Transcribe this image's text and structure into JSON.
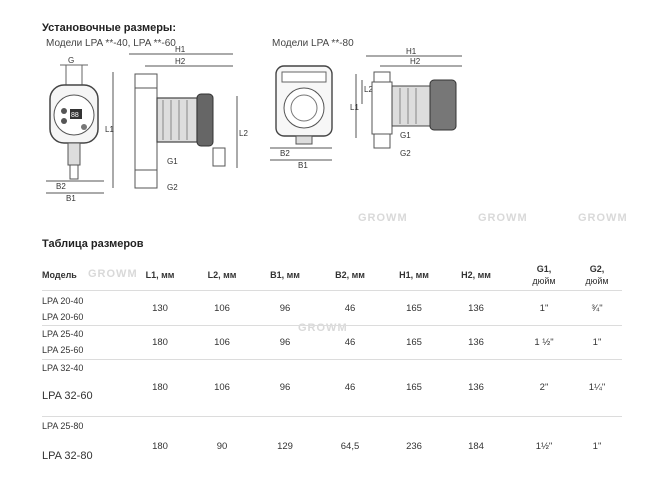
{
  "section_title": "Установочные размеры:",
  "subtitle_left": "Модели LPA **-40, LPA **-60",
  "subtitle_right": "Модели LPA **-80",
  "watermark": "GROWM",
  "diagram_labels": {
    "g": "G",
    "h1": "H1",
    "h2": "H2",
    "l1": "L1",
    "l2": "L2",
    "b1": "B1",
    "b2": "B2",
    "g1": "G1",
    "g2": "G2",
    "display": "88"
  },
  "table_title": "Таблица размеров",
  "table": {
    "headers": {
      "model": "Модель",
      "l1": "L1, мм",
      "l2": "L2, мм",
      "b1": "B1, мм",
      "b2": "B2, мм",
      "h1": "H1, мм",
      "h2": "H2, мм",
      "g1a": "G1,",
      "g1b": "дюйм",
      "g2a": "G2,",
      "g2b": "дюйм"
    },
    "rows": [
      {
        "models": [
          "LPA 20-40",
          "LPA 20-60"
        ],
        "l1": "130",
        "l2": "106",
        "b1": "96",
        "b2": "46",
        "h1": "165",
        "h2": "136",
        "g1": "1\"",
        "g2": "¾\""
      },
      {
        "models": [
          "LPA 25-40",
          "LPA 25-60"
        ],
        "l1": "180",
        "l2": "106",
        "b1": "96",
        "b2": "46",
        "h1": "165",
        "h2": "136",
        "g1": "1 ½\"",
        "g2": "1\""
      },
      {
        "models": [
          "LPA 32-40",
          "LPA 32-60"
        ],
        "l1": "180",
        "l2": "106",
        "b1": "96",
        "b2": "46",
        "h1": "165",
        "h2": "136",
        "g1": "2\"",
        "g2": "1¼\""
      },
      {
        "models": [
          "LPA 25-80",
          "LPA 32-80"
        ],
        "l1": "180",
        "l2": "90",
        "b1": "129",
        "b2": "64,5",
        "h1": "236",
        "h2": "184",
        "g1": "1½\"",
        "g2": "1\""
      }
    ]
  }
}
